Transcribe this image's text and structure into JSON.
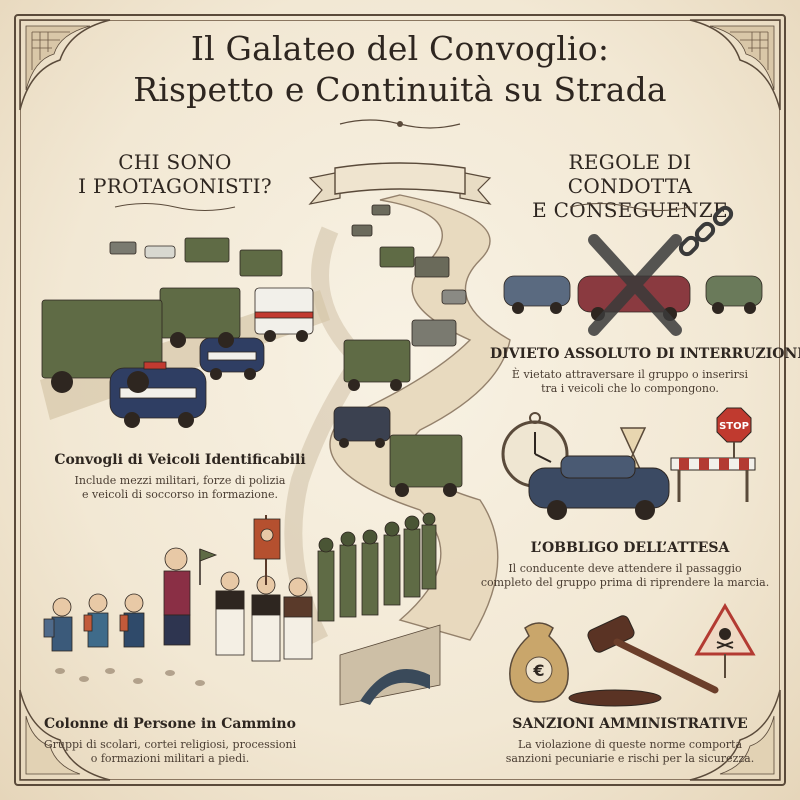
{
  "title": {
    "line1": "Il Galateo del Convoglio:",
    "line2": "Rispetto e Continuità su Strada"
  },
  "left": {
    "heading_line1": "CHI SONO",
    "heading_line2": "I PROTAGONISTI?",
    "block1": {
      "title": "Convogli di Veicoli Identificabili",
      "body_line1": "Include mezzi militari, forze di polizia",
      "body_line2": "e veicoli di soccorso in formazione."
    },
    "block2": {
      "title": "Colonne di Persone in Cammino",
      "body_line1": "Gruppi di scolari, cortei religiosi, processioni",
      "body_line2": "o formazioni militari a piedi."
    }
  },
  "right": {
    "heading_line1": "REGOLE DI CONDOTTA",
    "heading_line2": "E CONSEGUENZE",
    "block1": {
      "title": "DIVIETO ASSOLUTO DI INTERRUZIONE",
      "body_line1": "È vietato attraversare il gruppo o inserirsi",
      "body_line2": "tra i veicoli che lo compongono."
    },
    "block2": {
      "title": "L’OBBLIGO DELL’ATTESA",
      "body_line1": "Il conducente deve attendere il passaggio",
      "body_line2": "completo del gruppo prima di riprendere la marcia."
    },
    "block3": {
      "title": "SANZIONI AMMINISTRATIVE",
      "body_line1": "La violazione di queste norme comporta",
      "body_line2": "sanzioni pecuniarie e rischi per la sicurezza."
    }
  },
  "signs": {
    "stop": "STOP",
    "euro": "€"
  },
  "colors": {
    "ink": "#2e2620",
    "olive": "#5f6b45",
    "police_blue": "#2f3e63",
    "red": "#a83a34",
    "paper": "#f4ecdc"
  }
}
